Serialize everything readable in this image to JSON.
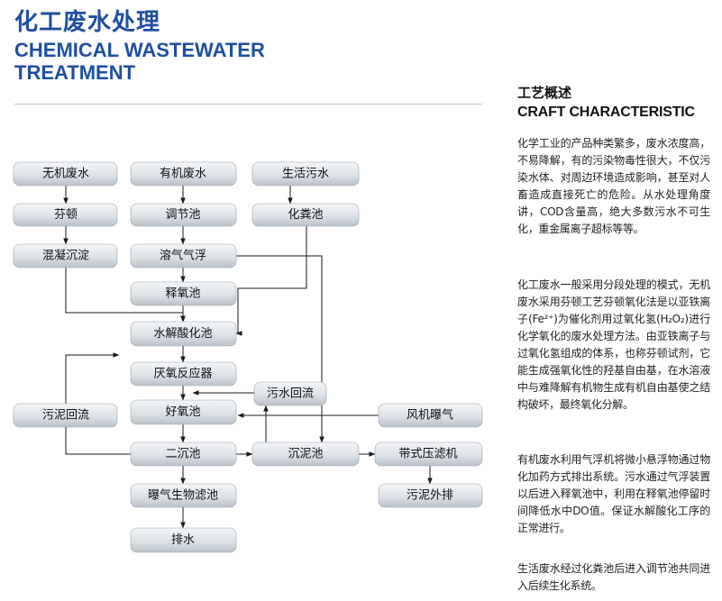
{
  "header": {
    "title_cn": "化工废水处理",
    "title_en": "CHEMICAL WASTEWATER TREATMENT"
  },
  "craft": {
    "title_cn": "工艺概述",
    "title_en": "CRAFT CHARACTERISTIC",
    "paragraphs": [
      "化学工业的产品种类繁多，废水浓度高，不易降解，有的污染物毒性很大，不仅污染水体、对周边环境造成影响，甚至对人畜造成直接死亡的危险。从水处理角度讲，COD含量高，绝大多数污水不可生化，重金属离子超标等等。",
      "化工废水一般采用分段处理的模式，无机废水采用芬顿工艺芬顿氧化法是以亚铁离子(Fe²⁺)为催化剂用过氧化氢(H₂O₂)进行化学氧化的废水处理方法。由亚铁离子与过氧化氢组成的体系，也称芬顿试剂，它能生成强氧化性的羟基自由基，在水溶液中与难降解有机物生成有机自由基使之结构破坏，最终氧化分解。",
      "有机废水利用气浮机将微小悬浮物通过物化加药方式排出系统。污水通过气浮装置以后进入释氧池中，利用在释氧池停留时间降低水中DO值。保证水解酸化工序的正常进行。",
      "生活废水经过化粪池后进入调节池共同进入后续生化系统。"
    ]
  },
  "flow": {
    "nodes": {
      "inorganic": "无机废水",
      "organic": "有机废水",
      "domestic": "生活污水",
      "fenton": "芬顿",
      "regulating": "调节池",
      "septic": "化粪池",
      "coag": "混凝沉淀",
      "flotation": "溶气气浮",
      "oxyrelease": "释氧池",
      "hydrolysis": "水解酸化池",
      "anaerobic": "厌氧反应器",
      "sewage_return": "污水回流",
      "sludge_return": "污泥回流",
      "aerobic": "好氧池",
      "blower": "风机曝气",
      "secondary": "二沉池",
      "sludge_tank": "沉泥池",
      "filter_press": "带式压滤机",
      "baf": "曝气生物滤池",
      "sludge_out": "污泥外排",
      "discharge": "排水"
    }
  }
}
